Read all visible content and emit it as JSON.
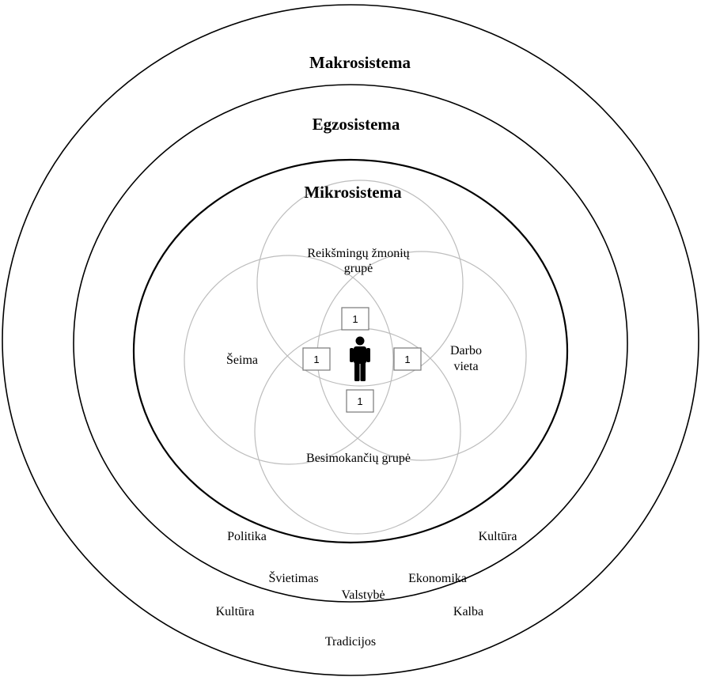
{
  "levels": {
    "macro": "Makrosistema",
    "exo": "Egzosistema",
    "micro": "Mikrosistema"
  },
  "venn_groups": {
    "top_line1": "Reikšmingų žmonių",
    "top_line2": "grupė",
    "left": "Šeima",
    "right_line1": "Darbo",
    "right_line2": "vieta",
    "bottom": "Besimokančių grupė"
  },
  "badges": {
    "top": "1",
    "left": "1",
    "right": "1",
    "bottom": "1"
  },
  "exo_items": {
    "politika": "Politika",
    "kultura": "Kultūra",
    "svietimas": "Švietimas",
    "ekonomika": "Ekonomika",
    "valstybe": "Valstybė"
  },
  "macro_items": {
    "kultura": "Kultūra",
    "kalba": "Kalba",
    "tradicijos": "Tradicijos"
  },
  "icons": {
    "center": "person-icon"
  }
}
